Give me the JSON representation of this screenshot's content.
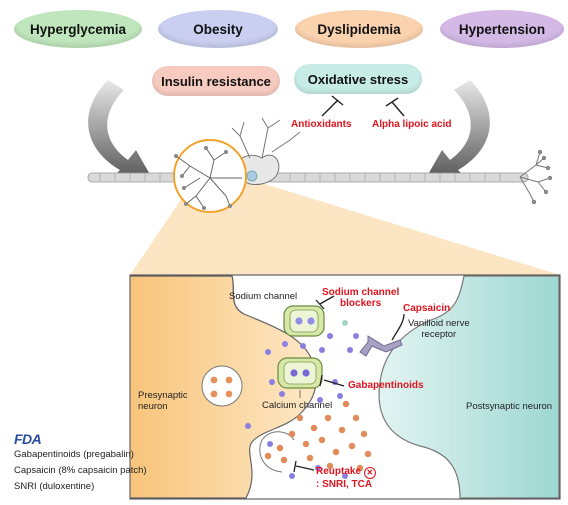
{
  "risk_factors": [
    "Hyperglycemia",
    "Obesity",
    "Dyslipidemia",
    "Hypertension"
  ],
  "mechanisms": [
    "Insulin resistance",
    "Oxidative stress"
  ],
  "oxidative_inhibitors": [
    "Antioxidants",
    "Alpha lipoic acid"
  ],
  "synapse": {
    "sodium_channel": "Sodium channel",
    "sodium_channel_blockers_line1": "Sodium channel",
    "sodium_channel_blockers_line2": "blockers",
    "capsaicin": "Capsaicin",
    "vanilloid_line1": "Vanilloid nerve",
    "vanilloid_line2": "receptor",
    "gabapentinoids": "Gabapentinoids",
    "calcium_channel": "Calcium channel",
    "presynaptic_line1": "Presynaptic",
    "presynaptic_line2": "neuron",
    "postsynaptic": "Postsynaptic neuron",
    "reuptake_line1": "Reuptake",
    "reuptake_line2": ": SNRI, TCA"
  },
  "fda": {
    "logo": "FDA",
    "approved": [
      "Gabapentinoids (pregabalin)",
      "Capsaicin (8% capsaicin patch)",
      "SNRI (duloxentine)"
    ]
  },
  "colors": {
    "hyperglycemia": "#bfe6bc",
    "obesity": "#c9cdf0",
    "dyslipidemia": "#fbd3b0",
    "hypertension": "#d3b9e6",
    "insulin_resistance": "#f7cbc0",
    "oxidative_stress": "#c6ebe6",
    "red_text": "#e0141e",
    "presynaptic": "#f7c987",
    "postsynaptic": "#a9ddd8",
    "zoom_cone": "#fbe0b4"
  }
}
